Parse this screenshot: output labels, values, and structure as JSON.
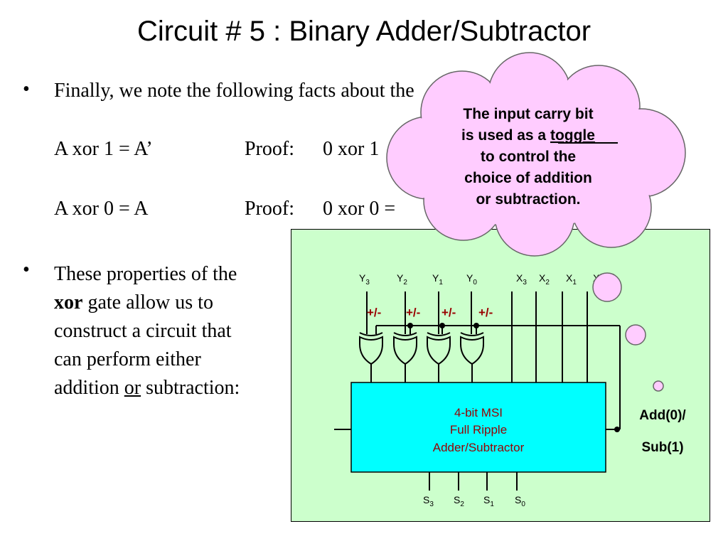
{
  "slide": {
    "title": "Circuit # 5 : Binary Adder/Subtractor",
    "bullet_1": {
      "marker": "•",
      "text": "Finally, we note the following facts about the",
      "fact_1_left": "A xor 1 = A’",
      "fact_1_proof_label": "Proof:",
      "fact_1_proof": "0 xor 1",
      "fact_2_left": "A xor 0 = A",
      "fact_2_proof_label": "Proof:",
      "fact_2_proof": "0 xor 0 ="
    },
    "bullet_2": {
      "marker": "•",
      "line_1": "These properties of the",
      "line_2_bold": "xor",
      "line_2_rest": " gate allow us to",
      "line_3": "construct a circuit that",
      "line_4": "can perform either",
      "line_5_a": "addition ",
      "line_5_underlined": "or",
      "line_5_b": " subtraction:"
    },
    "callout": {
      "line_1": "The input carry bit",
      "line_2_a": "is used as a ",
      "line_2_underlined": "toggle",
      "line_3": "to control the",
      "line_4": "choice of addition",
      "line_5": "or subtraction."
    },
    "diagram": {
      "y_inputs": [
        {
          "label": "Y",
          "sub": "3"
        },
        {
          "label": "Y",
          "sub": "2"
        },
        {
          "label": "Y",
          "sub": "1"
        },
        {
          "label": "Y",
          "sub": "0"
        }
      ],
      "x_inputs": [
        {
          "label": "X",
          "sub": "3"
        },
        {
          "label": "X",
          "sub": "2"
        },
        {
          "label": "X",
          "sub": "1"
        },
        {
          "label": "X",
          "sub": ""
        }
      ],
      "xor_labels": [
        "+/-",
        "+/-",
        "+/-",
        "+/-"
      ],
      "msi_block": {
        "line_1": "4-bit MSI",
        "line_2": "Full Ripple",
        "line_3": "Adder/Subtractor"
      },
      "control_label_1": "Add(0)/",
      "control_label_2": "Sub(1)",
      "outputs": [
        {
          "label": "S",
          "sub": "3"
        },
        {
          "label": "S",
          "sub": "2"
        },
        {
          "label": "S",
          "sub": "1"
        },
        {
          "label": "S",
          "sub": "0"
        }
      ]
    },
    "colors": {
      "callout_fill": "#ffccff",
      "diagram_bg": "#ccffcc",
      "msi_fill": "#00ffff",
      "accent_red": "#990000"
    }
  }
}
